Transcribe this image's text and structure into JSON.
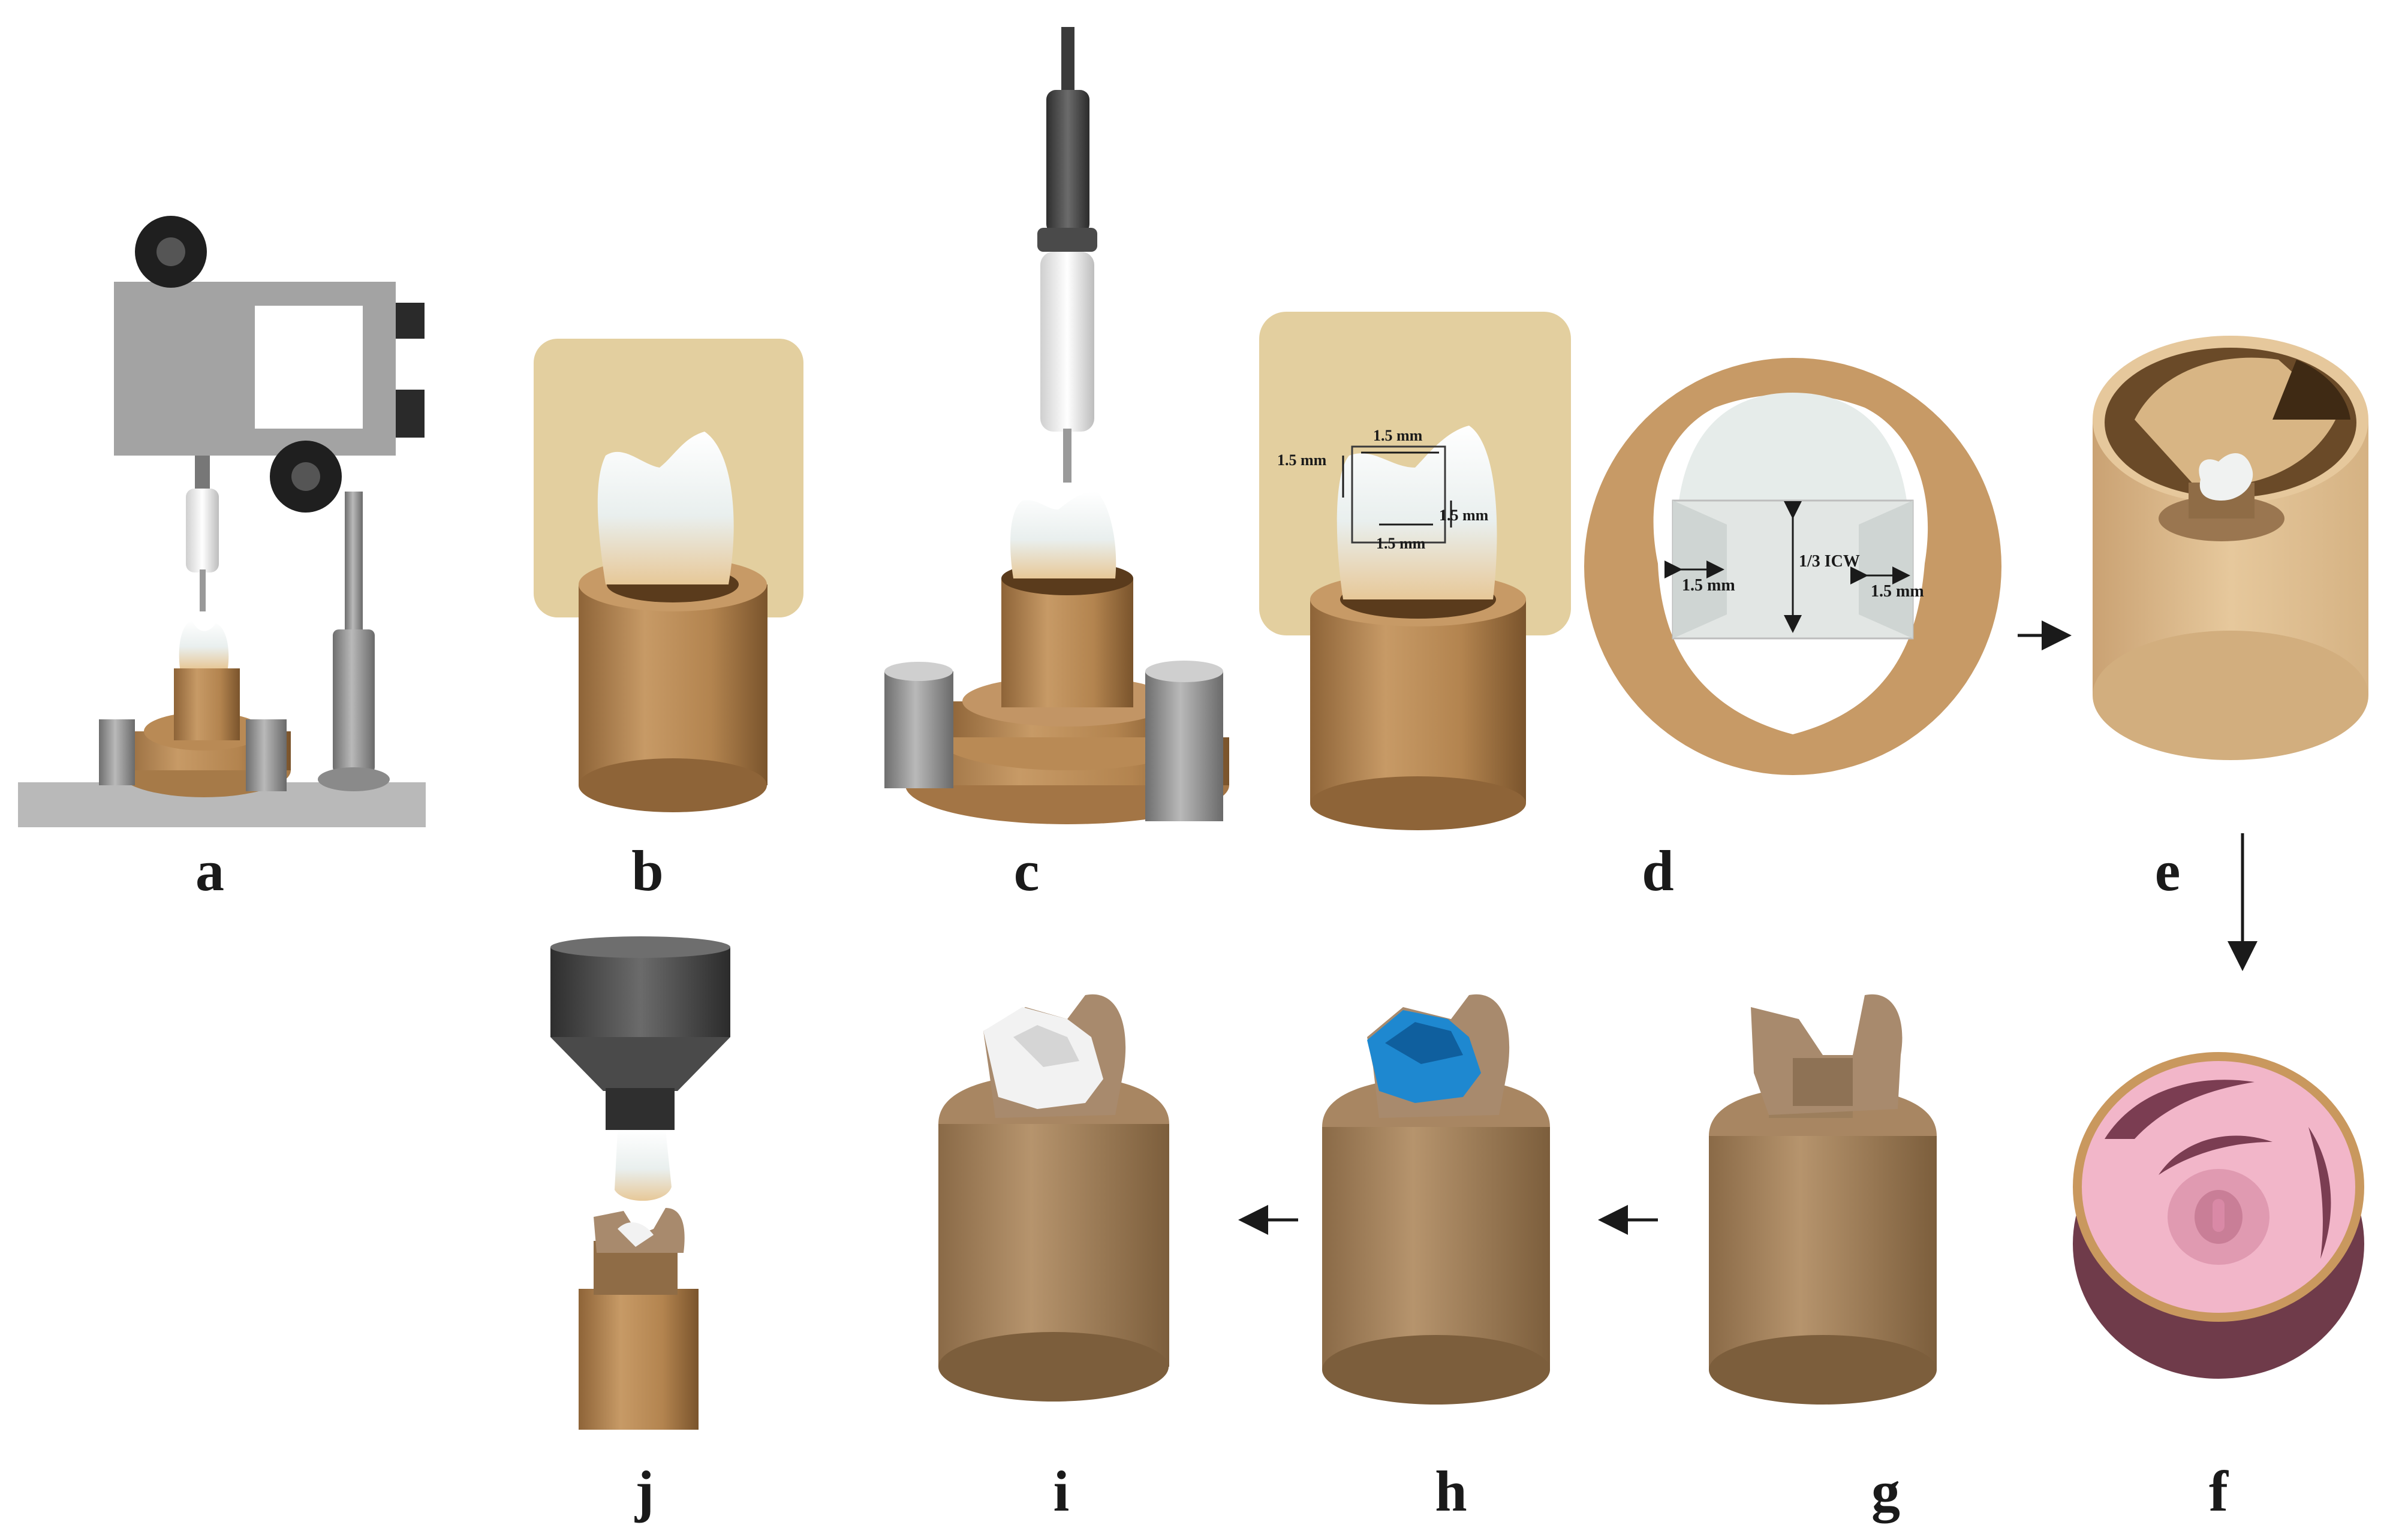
{
  "panels": {
    "a": "a",
    "b": "b",
    "c": "c",
    "d": "d",
    "e": "e",
    "f": "f",
    "g": "g",
    "h": "h",
    "i": "i",
    "j": "j"
  },
  "dimensions_c": {
    "top": "1.5 mm",
    "left": "1.5 mm",
    "right": "1.5 mm",
    "bottom": "1.5 mm"
  },
  "dimensions_d": {
    "left": "1.5 mm",
    "center": "1/3 ICW",
    "right": "1.5 mm"
  },
  "colors": {
    "brown": "#b08358",
    "tan": "#d9b889",
    "gray_machine": "#a3a3a3",
    "pink": "#f2b6c9",
    "blue_filling": "#1e88d0",
    "beige_block": "#e3cf9f"
  }
}
